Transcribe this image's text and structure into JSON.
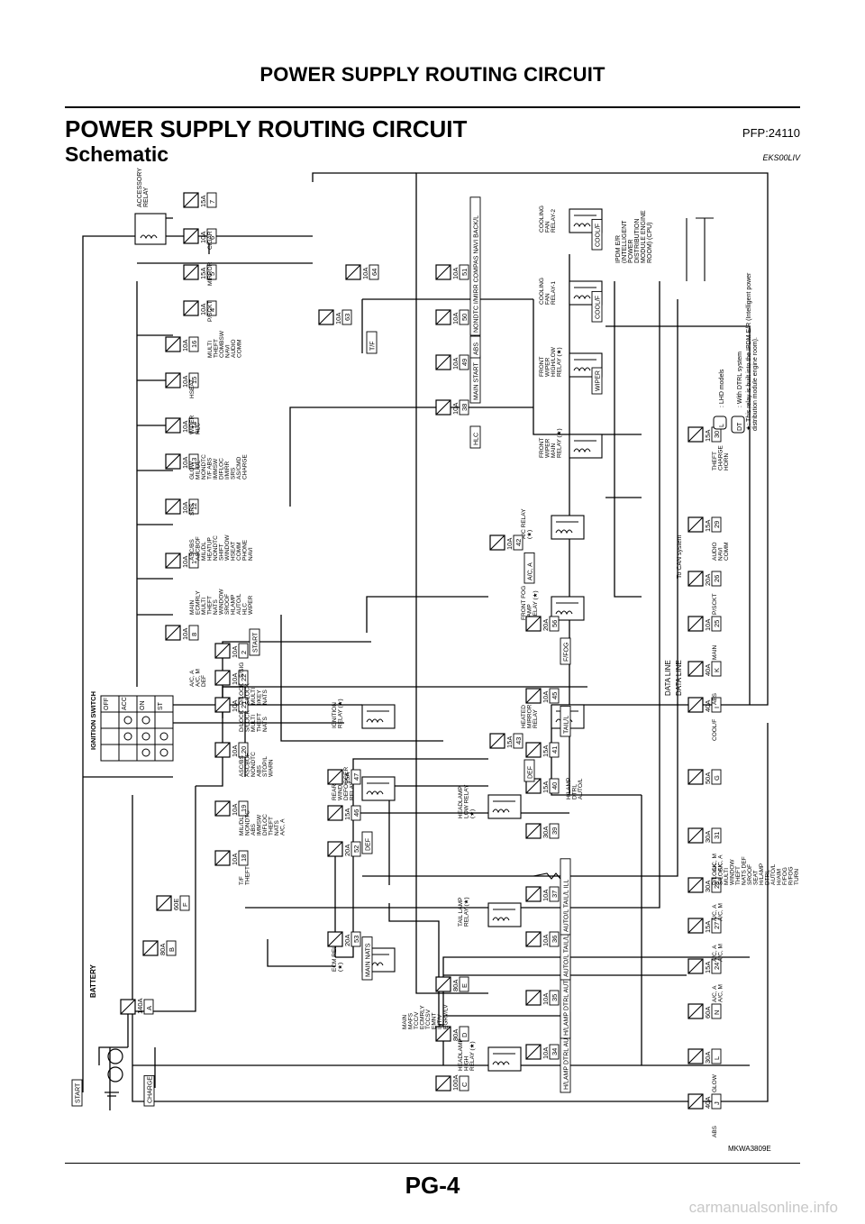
{
  "header": {
    "running_title": "POWER SUPPLY ROUTING CIRCUIT"
  },
  "section": {
    "title": "POWER SUPPLY ROUTING CIRCUIT",
    "part_number": "PFP:24110"
  },
  "subsection": {
    "title": "Schematic",
    "code": "EKS00LIV"
  },
  "diagram": {
    "battery": "BATTERY",
    "ignition_switch": {
      "title": "IGNITION SWITCH",
      "positions": [
        "OFF",
        "ACC",
        "ON",
        "ST"
      ]
    },
    "main_fuses": [
      {
        "amp": "140A",
        "id": "A"
      },
      {
        "amp": "80A",
        "id": "B"
      },
      {
        "amp": "60E",
        "id": "F"
      },
      {
        "amp": "100A",
        "id": "C"
      },
      {
        "amp": "80A",
        "id": "D"
      },
      {
        "amp": "80A",
        "id": "E"
      }
    ],
    "left_labels": [
      "START",
      "CHARGE"
    ],
    "ign_fuses": [
      {
        "amp": "10A",
        "id": "18",
        "loads": "T/F THEFT"
      },
      {
        "amp": "10A",
        "id": "19",
        "loads": "MIL/DL NONDTC ABS IMMSW DIFLOC THEFT NATS A/C, A"
      },
      {
        "amp": "10A",
        "id": "20",
        "loads": "ASC/BS ASCBOF NONDTC ABS STOP/L WARN"
      },
      {
        "amp": "10A",
        "id": "21",
        "loads": "D/LOCK S/LOCK MULTI THEFT NATS"
      },
      {
        "amp": "10A",
        "id": "22",
        "loads": "D/LOCK S/LOCK MULTI I/KEY NATS"
      },
      {
        "amp": "10A",
        "id": "2",
        "loads": "S/SIG"
      }
    ],
    "acc_fuses": [
      {
        "amp": "10A",
        "id": "8",
        "loads": "A/C, A A/C, M DEF"
      },
      {
        "amp": "10A",
        "id": "1",
        "loads": "MAIN ECMRLY MULTI THEFT NATS WINDOW SROOF HLAMP AUTO/L HLC WIPER"
      },
      {
        "amp": "10A",
        "id": "12",
        "loads": "ASC/BS ASCBOF MIL/DL HEATUP NONDTC SHIFT WINDOW HSEAT COMM PHONE NAVI"
      },
      {
        "amp": "10A",
        "id": "13",
        "loads": "SRS"
      },
      {
        "amp": "10A",
        "id": "14",
        "loads": "GLOW MIL/DL NONDTC T/F ABS IMMSW DIFLOC I/MIRR SRS AS/CMD CHARGE"
      },
      {
        "amp": "10A",
        "id": "15",
        "loads": "WIPER HLC"
      },
      {
        "amp": "10A",
        "id": "16",
        "loads": "HSEAT"
      }
    ],
    "accessory_relay": "ACCESSORY RELAY",
    "accessory_fuses": [
      {
        "amp": "10A",
        "id": "4",
        "loads": "MULTI THEFT COMBSW NAVI AUDIO COMM"
      },
      {
        "amp": "15A",
        "id": "5",
        "loads": "P/SCKT"
      },
      {
        "amp": "10A",
        "id": "6",
        "loads": "MIRROR"
      },
      {
        "amp": "15A",
        "id": "7",
        "loads": "CIGAR"
      }
    ],
    "tf_fuses": [
      {
        "amp": "10A",
        "id": "63"
      },
      {
        "amp": "10A",
        "id": "64"
      }
    ],
    "tf_label": "T/F",
    "start_label": "START",
    "relays": [
      "ECM RELAY (★)",
      "REAR WINDOW DEFOGGER RELAY",
      "IGNITION RELAY (★)",
      "HEADLAMP HIGH RELAY (★)",
      "TAIL LAMP RELAY (★)",
      "HEADLAMP LOW RELAY (★)",
      "HEATED MIRROR RELAY",
      "FRONT FOG LAMP RELAY (★)",
      "A/C RELAY (★)",
      "FRONT WIPER MAIN RELAY (★)",
      "FRONT WIPER HIGH/LOW RELAY (★)",
      "COOLING FAN RELAY-1",
      "COOLING FAN RELAY-2"
    ],
    "relay_fuses": [
      {
        "amp": "20A",
        "id": "53",
        "loads": "MAIN NATS"
      },
      {
        "amp": "20A",
        "id": "52"
      },
      {
        "amp": "15A",
        "id": "46",
        "loads": "DEF"
      },
      {
        "amp": "15A",
        "id": "47"
      },
      {
        "amp": "10A",
        "id": "34",
        "loads": "H/LAMP DTRL AUTO/L"
      },
      {
        "amp": "10A",
        "id": "35",
        "loads": "H/LAMP DTRL AUTO/L"
      },
      {
        "amp": "10A",
        "id": "36",
        "loads": "AUTO/L TAIL/L"
      },
      {
        "amp": "10A",
        "id": "37",
        "loads": "AUTO/L TAIL/L ILL"
      },
      {
        "amp": "30A",
        "id": "39"
      },
      {
        "amp": "15A",
        "id": "40"
      },
      {
        "amp": "15A",
        "id": "41"
      },
      {
        "amp": "15A",
        "id": "43",
        "loads": "DEF"
      },
      {
        "amp": "10A",
        "id": "45",
        "loads": "TAIL/L"
      },
      {
        "amp": "20A",
        "id": "56",
        "loads": "F/FOG"
      },
      {
        "amp": "10A",
        "id": "42",
        "loads": "A/C, A"
      },
      {
        "amp": "10A",
        "id": "38",
        "loads": "HLC"
      },
      {
        "amp": "10A",
        "id": "49",
        "loads": "MAIN START"
      },
      {
        "amp": "10A",
        "id": "50",
        "loads": "ABS"
      },
      {
        "amp": "10A",
        "id": "51",
        "loads": "NONDTC I/MIRR COMPAS NAVI BACK/L"
      }
    ],
    "ecm_relay_loads": "MAIN MAFS TCC/V ECMRLY TCCSV EMNT INT/V EGRV/LV",
    "hl_low_loads": "H/LAMP DTRL AUTO/L",
    "wiper_label": "WIPER",
    "cool_f": "COOL/F",
    "ipdm_label": "IPDM E/R (INTELLIGENT POWER DISTRIBUTION MODULE ENGINE ROOM) (CPU)",
    "data_line": "DATA LINE",
    "can_text": "To CAN system",
    "bottom_fuses": [
      {
        "amp": "40A",
        "id": "J",
        "loads": "ABS"
      },
      {
        "amp": "30A",
        "id": "L",
        "loads": "GLOW"
      },
      {
        "amp": "60A",
        "id": "N"
      },
      {
        "amp": "15A",
        "id": "24",
        "loads": "A/C, A A/C, M"
      },
      {
        "amp": "15A",
        "id": "27",
        "loads": "A/C, A A/C, M"
      },
      {
        "amp": "30A",
        "id": "28",
        "loads": "A/C, A A/C, M"
      },
      {
        "amp": "30A",
        "id": "31",
        "loads": "A/C, M A/C, A"
      },
      {
        "amp": "50A",
        "id": "G",
        "loads": "D/LOCK S/LOCK MULTI WINDOW THEFT NATS DEF SROOF SEAT H/LAMP DTRL AUTO/L H/AIM F/FOG R/FOG TURN CHIME COMBSW TAIL/L INT/L ILL WIPER HLC"
      },
      {
        "amp": "40A",
        "id": "I",
        "loads": "COOL/F"
      },
      {
        "amp": "40A",
        "id": "K",
        "loads": "ABS"
      },
      {
        "amp": "10A",
        "id": "25",
        "loads": "MAIN"
      },
      {
        "amp": "20A",
        "id": "26",
        "loads": "P/SCKT"
      },
      {
        "amp": "15A",
        "id": "29",
        "loads": "AUDIO NAVI COMM"
      },
      {
        "amp": "15A",
        "id": "30",
        "loads": "THEFT CHARGE HORN"
      }
    ],
    "legend": {
      "l_code": "L",
      "l_text": ": LHD models",
      "dt_code": "DT",
      "dt_text": ": With DTRL system",
      "star_text": "★: This relay is built into the IPDM E/R (Intelligent power distribution module engine room)."
    },
    "mkwa": "MKWA3809E"
  },
  "footer": {
    "page": "PG-4",
    "watermark": "carmanualsonline.info"
  }
}
